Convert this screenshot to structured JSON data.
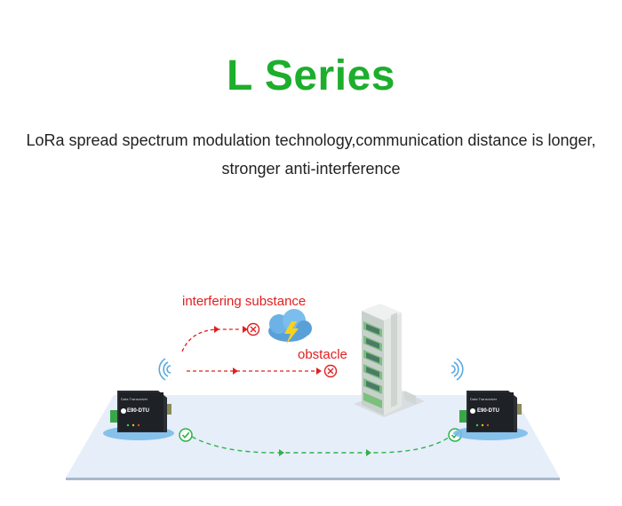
{
  "title": "L Series",
  "description": {
    "line1": "LoRa spread spectrum modulation technology,communication distance is longer,",
    "line2": "stronger anti-interference"
  },
  "labels": {
    "interfering": "interfering substance",
    "obstacle": "obstacle"
  },
  "device": {
    "top_label": "Data Transceiver",
    "brand": "E90-DTU"
  },
  "colors": {
    "title": "#1cae2c",
    "interference_path": "#e02020",
    "success_path": "#2fb24a",
    "ground": "#e6eef9"
  },
  "icons": [
    "wifi-signal-icon",
    "x-circle-icon",
    "check-circle-icon",
    "storm-cloud-icon",
    "building-icon"
  ]
}
